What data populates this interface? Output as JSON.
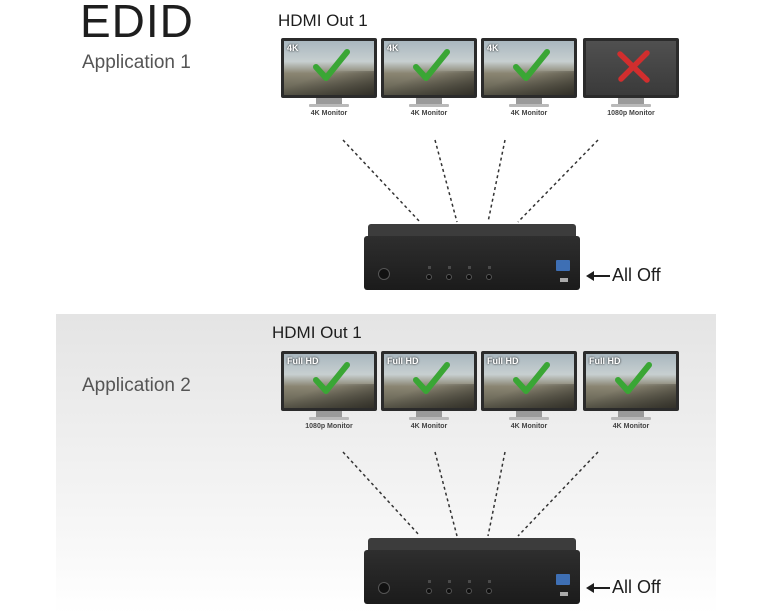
{
  "title": "EDID",
  "app1": {
    "label": "Application 1",
    "output_label": "HDMI Out 1",
    "monitors": [
      {
        "res": "4K",
        "status": "ok",
        "label": "4K Monitor"
      },
      {
        "res": "4K",
        "status": "ok",
        "label": "4K Monitor"
      },
      {
        "res": "4K",
        "status": "ok",
        "label": "4K Monitor"
      },
      {
        "res": "",
        "status": "fail",
        "label": "1080p Monitor"
      }
    ],
    "switch_label": "All Off"
  },
  "app2": {
    "label": "Application 2",
    "output_label": "HDMI Out 1",
    "monitors": [
      {
        "res": "Full HD",
        "status": "ok",
        "label": "1080p Monitor"
      },
      {
        "res": "Full HD",
        "status": "ok",
        "label": "4K Monitor"
      },
      {
        "res": "Full HD",
        "status": "ok",
        "label": "4K Monitor"
      },
      {
        "res": "Full HD",
        "status": "ok",
        "label": "4K Monitor"
      }
    ],
    "switch_label": "All Off"
  },
  "colors": {
    "check": "#3aa635",
    "cross": "#d12e2e",
    "device_body": "#222222",
    "device_led": "#3e6fb4"
  }
}
